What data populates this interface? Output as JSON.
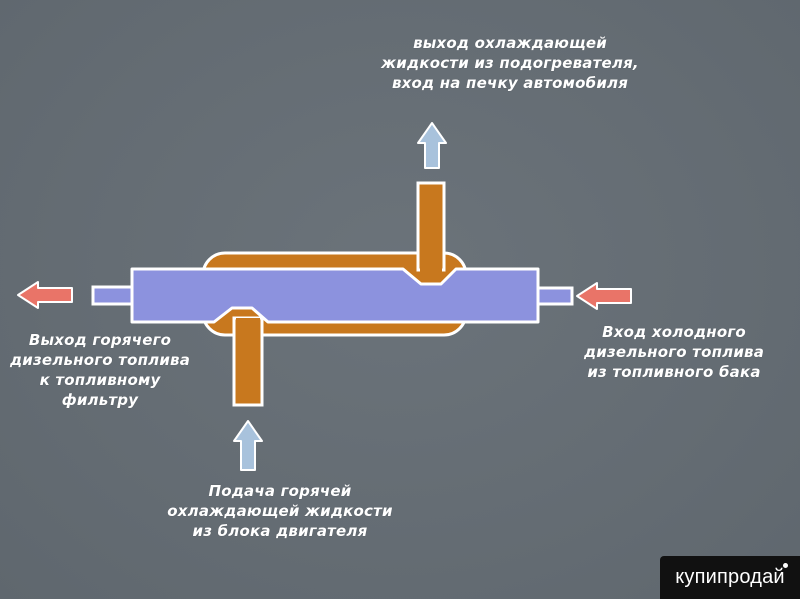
{
  "labels": {
    "top": [
      "выход охлаждающей",
      "жидкости  из подогревателя,",
      "вход на печку автомобиля"
    ],
    "left": [
      "Выход горячего",
      "дизельного топлива",
      "к топливному",
      "фильтру"
    ],
    "right": [
      "Вход  холодного",
      "дизельного  топлива",
      "из топливного бака"
    ],
    "bottom": [
      "Подача  горячей",
      "охлаждающей жидкости",
      "из блока  двигателя"
    ]
  },
  "watermark": {
    "text": "купипродай"
  },
  "colors": {
    "background": "#656d74",
    "fuel": "#8c92de",
    "coolant": "#c8781e",
    "outline": "#ffffff",
    "arrow_hot": "#e97468",
    "arrow_cold": "#a8c2dc"
  }
}
